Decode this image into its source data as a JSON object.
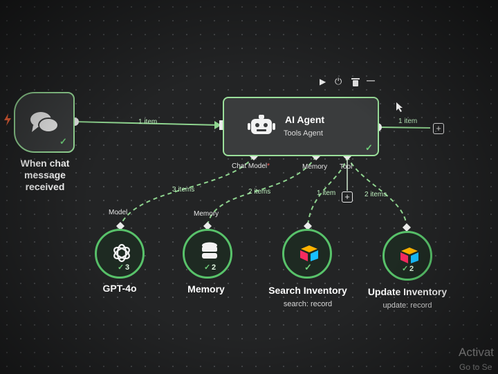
{
  "nodes": {
    "trigger": {
      "label_line1": "When chat message",
      "label_line2": "received",
      "icon": "chat-bubbles-icon",
      "bolt_icon": "lightning-icon"
    },
    "agent": {
      "title": "AI Agent",
      "subtitle": "Tools Agent",
      "icon": "robot-icon",
      "ports": {
        "chat_model": "Chat Model",
        "chat_model_required": "*",
        "memory": "Memory",
        "tool": "Tool"
      },
      "toolbar": [
        "play-icon",
        "power-icon",
        "trash-icon",
        "more-icon"
      ]
    },
    "gpt": {
      "label": "GPT-4o",
      "top_label": "Model",
      "count": "3",
      "icon": "openai-icon"
    },
    "memory": {
      "label": "Memory",
      "top_label": "Memory",
      "count": "2",
      "icon": "database-icon"
    },
    "search": {
      "label": "Search Inventory",
      "sub": "search: record",
      "icon": "airtable-icon"
    },
    "update": {
      "label": "Update Inventory",
      "sub": "update: record",
      "count": "2",
      "icon": "airtable-icon"
    }
  },
  "connections": {
    "trigger_to_agent": "1 item",
    "agent_output": "1 item",
    "model": "3 items",
    "memory": "2 items",
    "search": "1 item",
    "update": "2 items"
  },
  "watermark": {
    "line1": "Activat",
    "line2": "Go to Se"
  },
  "colors": {
    "accent": "#58c26a",
    "node_border": "#9be09b",
    "bolt": "#ff6a3d",
    "wire": "#8fd48f"
  }
}
